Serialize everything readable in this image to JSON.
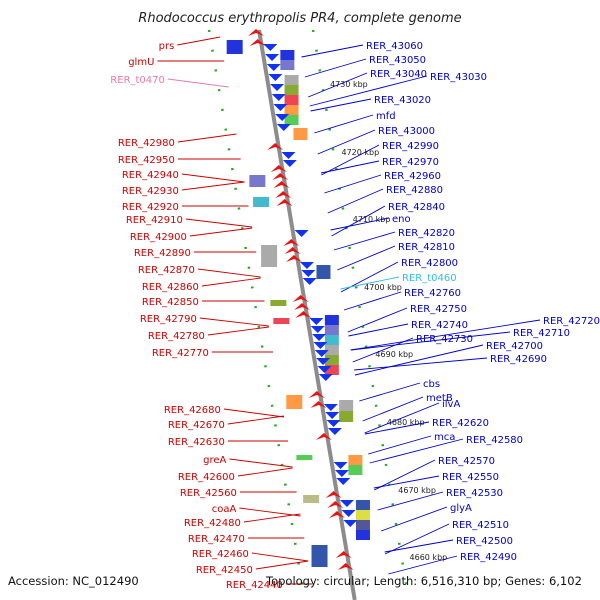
{
  "title": "Rhodococcus erythropolis PR4, complete genome",
  "footer": {
    "accession": "Accession: NC_012490",
    "info": "Topology: circular; Length: 6,516,310 bp; Genes: 6,102"
  },
  "colors": {
    "left_label": "#cc0000",
    "right_label": "#0000cc",
    "trna_left": "#ee77aa",
    "trna_right": "#33bbee",
    "backbone": "#8c8c8c",
    "dots": "#22aa22"
  },
  "kbp_labels": [
    "4730 kbp",
    "4720 kbp",
    "4710 kbp",
    "4700 kbp",
    "4690 kbp",
    "4680 kbp",
    "4670 kbp",
    "4660 kbp"
  ],
  "left_labels": [
    {
      "text": "prs",
      "kind": "gene"
    },
    {
      "text": "glmU",
      "kind": "gene"
    },
    {
      "text": "RER_t0470",
      "kind": "trna"
    },
    {
      "text": "RER_42980",
      "kind": "gene"
    },
    {
      "text": "RER_42950",
      "kind": "gene"
    },
    {
      "text": "RER_42940",
      "kind": "gene"
    },
    {
      "text": "RER_42930",
      "kind": "gene"
    },
    {
      "text": "RER_42920",
      "kind": "gene"
    },
    {
      "text": "RER_42910",
      "kind": "gene"
    },
    {
      "text": "RER_42900",
      "kind": "gene"
    },
    {
      "text": "RER_42890",
      "kind": "gene"
    },
    {
      "text": "RER_42870",
      "kind": "gene"
    },
    {
      "text": "RER_42860",
      "kind": "gene"
    },
    {
      "text": "RER_42850",
      "kind": "gene"
    },
    {
      "text": "RER_42790",
      "kind": "gene"
    },
    {
      "text": "RER_42780",
      "kind": "gene"
    },
    {
      "text": "RER_42770",
      "kind": "gene"
    },
    {
      "text": "RER_42680",
      "kind": "gene"
    },
    {
      "text": "RER_42670",
      "kind": "gene"
    },
    {
      "text": "RER_42630",
      "kind": "gene"
    },
    {
      "text": "greA",
      "kind": "gene"
    },
    {
      "text": "RER_42600",
      "kind": "gene"
    },
    {
      "text": "RER_42560",
      "kind": "gene"
    },
    {
      "text": "coaA",
      "kind": "gene"
    },
    {
      "text": "RER_42480",
      "kind": "gene"
    },
    {
      "text": "RER_42470",
      "kind": "gene"
    },
    {
      "text": "RER_42460",
      "kind": "gene"
    },
    {
      "text": "RER_42450",
      "kind": "gene"
    },
    {
      "text": "RER_42440",
      "kind": "gene"
    }
  ],
  "right_labels": [
    {
      "text": "RER_43060",
      "kind": "gene"
    },
    {
      "text": "RER_43050",
      "kind": "gene"
    },
    {
      "text": "RER_43040",
      "kind": "gene"
    },
    {
      "text": "RER_43030",
      "kind": "gene"
    },
    {
      "text": "RER_43020",
      "kind": "gene"
    },
    {
      "text": "mfd",
      "kind": "gene"
    },
    {
      "text": "RER_43000",
      "kind": "gene"
    },
    {
      "text": "RER_42990",
      "kind": "gene"
    },
    {
      "text": "RER_42970",
      "kind": "gene"
    },
    {
      "text": "RER_42960",
      "kind": "gene"
    },
    {
      "text": "RER_42880",
      "kind": "gene"
    },
    {
      "text": "RER_42840",
      "kind": "gene"
    },
    {
      "text": "eno",
      "kind": "gene"
    },
    {
      "text": "RER_42820",
      "kind": "gene"
    },
    {
      "text": "RER_42810",
      "kind": "gene"
    },
    {
      "text": "RER_42800",
      "kind": "gene"
    },
    {
      "text": "RER_t0460",
      "kind": "trna"
    },
    {
      "text": "RER_42760",
      "kind": "gene"
    },
    {
      "text": "RER_42750",
      "kind": "gene"
    },
    {
      "text": "RER_42720",
      "kind": "gene"
    },
    {
      "text": "RER_42740",
      "kind": "gene"
    },
    {
      "text": "RER_42710",
      "kind": "gene"
    },
    {
      "text": "RER_42730",
      "kind": "gene"
    },
    {
      "text": "RER_42700",
      "kind": "gene"
    },
    {
      "text": "RER_42690",
      "kind": "gene"
    },
    {
      "text": "cbs",
      "kind": "gene"
    },
    {
      "text": "metB",
      "kind": "gene"
    },
    {
      "text": "ilvA",
      "kind": "gene"
    },
    {
      "text": "RER_42620",
      "kind": "gene"
    },
    {
      "text": "mca",
      "kind": "gene"
    },
    {
      "text": "RER_42580",
      "kind": "gene"
    },
    {
      "text": "RER_42570",
      "kind": "gene"
    },
    {
      "text": "RER_42550",
      "kind": "gene"
    },
    {
      "text": "RER_42530",
      "kind": "gene"
    },
    {
      "text": "glyA",
      "kind": "gene"
    },
    {
      "text": "RER_42510",
      "kind": "gene"
    },
    {
      "text": "RER_42500",
      "kind": "gene"
    },
    {
      "text": "RER_42490",
      "kind": "gene"
    }
  ]
}
